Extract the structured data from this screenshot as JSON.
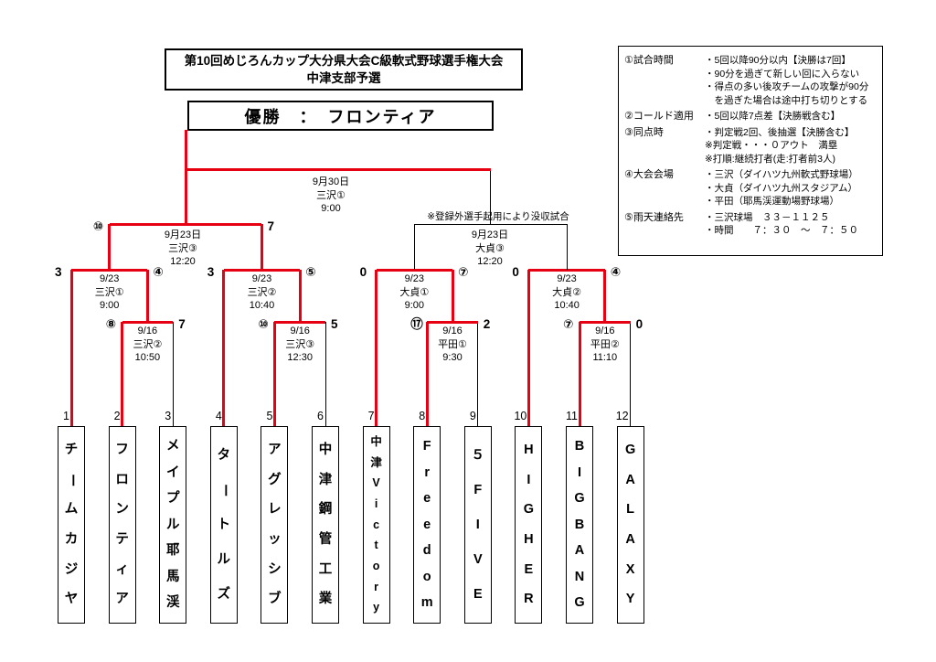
{
  "header": {
    "title_line1": "第10回めじろんカップ大分県大会C級軟式野球選手権大会",
    "title_line2": "中津支部予選",
    "champion_label": "優勝　：　フロンティア"
  },
  "rules": {
    "rows": [
      {
        "label": "①試合時間",
        "lines": [
          "・5回以降90分以内【決勝は7回】",
          "・90分を過ぎて新しい回に入らない",
          "・得点の多い後攻チームの攻撃が90分",
          "　を過ぎた場合は途中打ち切りとする"
        ]
      },
      {
        "label": "②コールド適用",
        "lines": [
          "・5回以降7点差【決勝戦含む】"
        ]
      },
      {
        "label": "③同点時",
        "lines": [
          "・判定戦2回、後抽選【決勝含む】",
          "※判定戦・・・０アウト　満塁",
          "※打順:継続打者(走:打者前3人)"
        ]
      },
      {
        "label": "④大会会場",
        "lines": [
          "・三沢（ダイハツ九州軟式野球場）",
          "・大貞（ダイハツ九州スタジアム）",
          "・平田（耶馬渓運動場野球場）"
        ]
      },
      {
        "label": "⑤雨天連絡先",
        "lines": [
          "・三沢球場　３３－１１２５",
          "・時間　　７：３０　～　７：５０"
        ]
      }
    ]
  },
  "bracket": {
    "forfeit_note": "※登録外選手起用により没収試合",
    "games": {
      "final": {
        "date": "9月30日",
        "venue": "三沢①",
        "time": "9:00"
      },
      "sf_left": {
        "score_left": "⑩",
        "date": "9月23日",
        "venue": "三沢③",
        "time": "12:20",
        "score_right": "7"
      },
      "sf_right": {
        "date": "9月23日",
        "venue": "大貞③",
        "time": "12:20"
      },
      "qf1": {
        "score_left": "3",
        "date": "9/23",
        "venue": "三沢①",
        "time": "9:00",
        "score_right": "④"
      },
      "qf2": {
        "score_left": "3",
        "date": "9/23",
        "venue": "三沢②",
        "time": "10:40",
        "score_right": "⑤"
      },
      "qf3": {
        "score_left": "0",
        "date": "9/23",
        "venue": "大貞①",
        "time": "9:00",
        "score_right": "⑦"
      },
      "qf4": {
        "score_left": "0",
        "date": "9/23",
        "venue": "大貞②",
        "time": "10:40",
        "score_right": "④"
      },
      "r1a": {
        "score_left": "⑧",
        "date": "9/16",
        "venue": "三沢②",
        "time": "10:50",
        "score_right": "7"
      },
      "r1b": {
        "score_left": "⑩",
        "date": "9/16",
        "venue": "三沢③",
        "time": "12:30",
        "score_right": "5"
      },
      "r1c": {
        "score_left": "⑰",
        "date": "9/16",
        "venue": "平田①",
        "time": "9:30",
        "score_right": "2"
      },
      "r1d": {
        "score_left": "⑦",
        "date": "9/16",
        "venue": "平田②",
        "time": "11:10",
        "score_right": "0"
      }
    },
    "teams": [
      {
        "no": "1",
        "name": "チームカジヤ"
      },
      {
        "no": "2",
        "name": "フロンティア"
      },
      {
        "no": "3",
        "name": "メイプル耶馬渓"
      },
      {
        "no": "4",
        "name": "タートルズ"
      },
      {
        "no": "5",
        "name": "アグレッシブ"
      },
      {
        "no": "6",
        "name": "中津鋼管工業"
      },
      {
        "no": "7",
        "name": "中津Victory"
      },
      {
        "no": "8",
        "name": "Freedom"
      },
      {
        "no": "9",
        "name": "５FIVE"
      },
      {
        "no": "10",
        "name": "HIGHER"
      },
      {
        "no": "11",
        "name": "BIGBANG"
      },
      {
        "no": "12",
        "name": "GALAXY"
      }
    ]
  },
  "colors": {
    "winner_path": "#e60012",
    "line": "#000000"
  }
}
